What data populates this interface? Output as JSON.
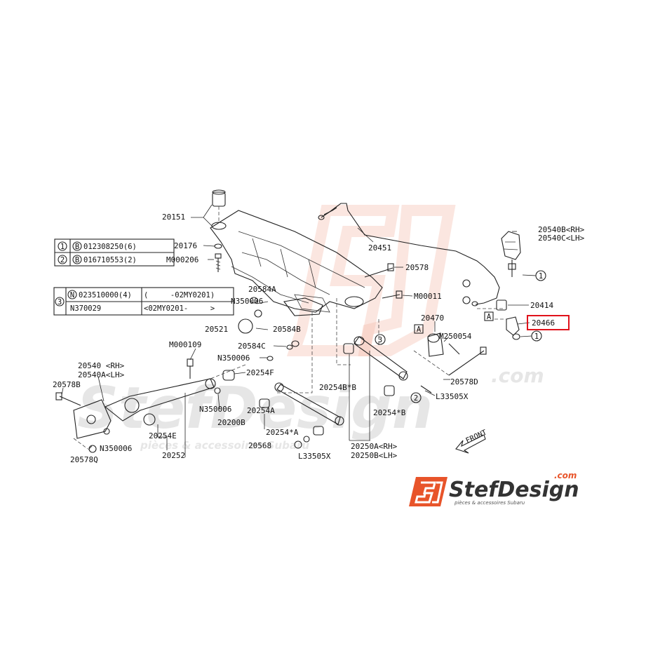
{
  "diagram": {
    "labels": {
      "p20151": "20151",
      "p20176": "20176",
      "pM000206": "M000206",
      "p20451": "20451",
      "p20578": "20578",
      "pM00011": "M00011",
      "p20584A": "20584A",
      "pN350006a": "N350006",
      "p20521": "20521",
      "p20584B": "20584B",
      "p20584C": "20584C",
      "pN350006b": "N350006",
      "pM000109": "M000109",
      "p20254F": "20254F",
      "p20540RH": "20540 <RH>",
      "p20540ALH": "20540A<LH>",
      "p20578B": "20578B",
      "pN350006c": "N350006",
      "pN350006d": "N350006",
      "p20578Q": "20578Q",
      "p20254E": "20254E",
      "p20252": "20252",
      "p20254A": "20254A",
      "p20200B": "20200B",
      "p20254xA": "20254*A",
      "p20568": "20568",
      "pL33505Xa": "L33505X",
      "p20254BxB": "20254B*B",
      "p20250ARH": "20250A<RH>",
      "p20250BLH": "20250B<LH>",
      "p20254xB": "20254*B",
      "p20470": "20470",
      "pM250054": "M250054",
      "p20578D": "20578D",
      "pL33505Xb": "L33505X",
      "p20540BRH": "20540B<RH>",
      "p20540CLH": "20540C<LH>",
      "p20414": "20414",
      "p20466": "20466",
      "front": "FRONT",
      "refA1": "A",
      "refA2": "A",
      "c1a": "1",
      "c1b": "1",
      "c2": "2",
      "c3": "3"
    },
    "table1": {
      "rows": [
        {
          "num": "1",
          "code": "B",
          "part": "012308250(6)"
        },
        {
          "num": "2",
          "code": "B",
          "part": "016710553(2)"
        }
      ]
    },
    "table2": {
      "num": "3",
      "rows": [
        {
          "code": "N",
          "part": "023510000(4)",
          "range": "(     -02MY0201)"
        },
        {
          "code": "",
          "part": "N370029",
          "range": "<02MY0201-     >"
        }
      ]
    },
    "highlight": {
      "label": "20466",
      "color": "#e0121b"
    }
  },
  "watermark": {
    "brand": "StefDesign",
    "tagline": "pièces & accessoires Subaru",
    "domain": ".com",
    "color": "#f4b8a6"
  },
  "logo": {
    "brand": "StefDesign",
    "domain": ".com",
    "tagline": "pièces & accessoires Subaru",
    "badge": "SD",
    "accent": "#e8542a"
  }
}
